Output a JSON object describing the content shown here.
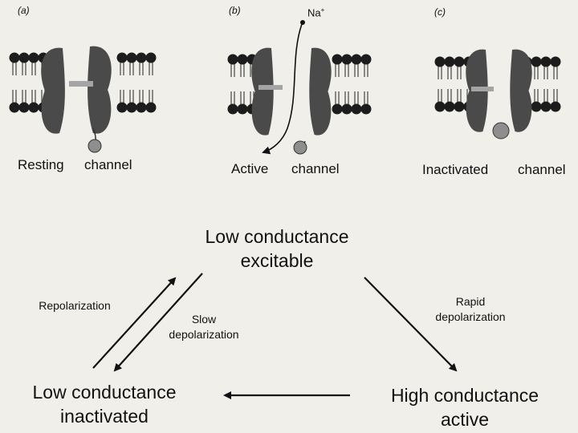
{
  "panels": [
    {
      "letter": "(a)",
      "caption_1": "Resting",
      "caption_2": "channel"
    },
    {
      "letter": "(b)",
      "caption_1": "Active",
      "caption_2": "channel"
    },
    {
      "letter": "(c)",
      "caption_1": "Inactivated",
      "caption_2": "channel"
    }
  ],
  "ion": {
    "symbol": "Na",
    "charge": "+"
  },
  "states": {
    "top": {
      "line1": "Low conductance",
      "line2": "excitable"
    },
    "right": {
      "line1": "High conductance",
      "line2": "active"
    },
    "left": {
      "line1": "Low conductance",
      "line2": "inactivated"
    }
  },
  "transitions": {
    "rapid": {
      "line1": "Rapid",
      "line2": "depolarization"
    },
    "slow": {
      "line1": "Slow",
      "line2": "depolarization"
    },
    "repol": {
      "line1": "Repolarization"
    }
  },
  "colors": {
    "background": "#f1efe9",
    "membrane_head": "#1c1c1c",
    "channel": "#4a4a4a",
    "gate_ball": "#8e8e8e",
    "pore_bar": "#a4a4a4",
    "arrow": "#111111"
  }
}
